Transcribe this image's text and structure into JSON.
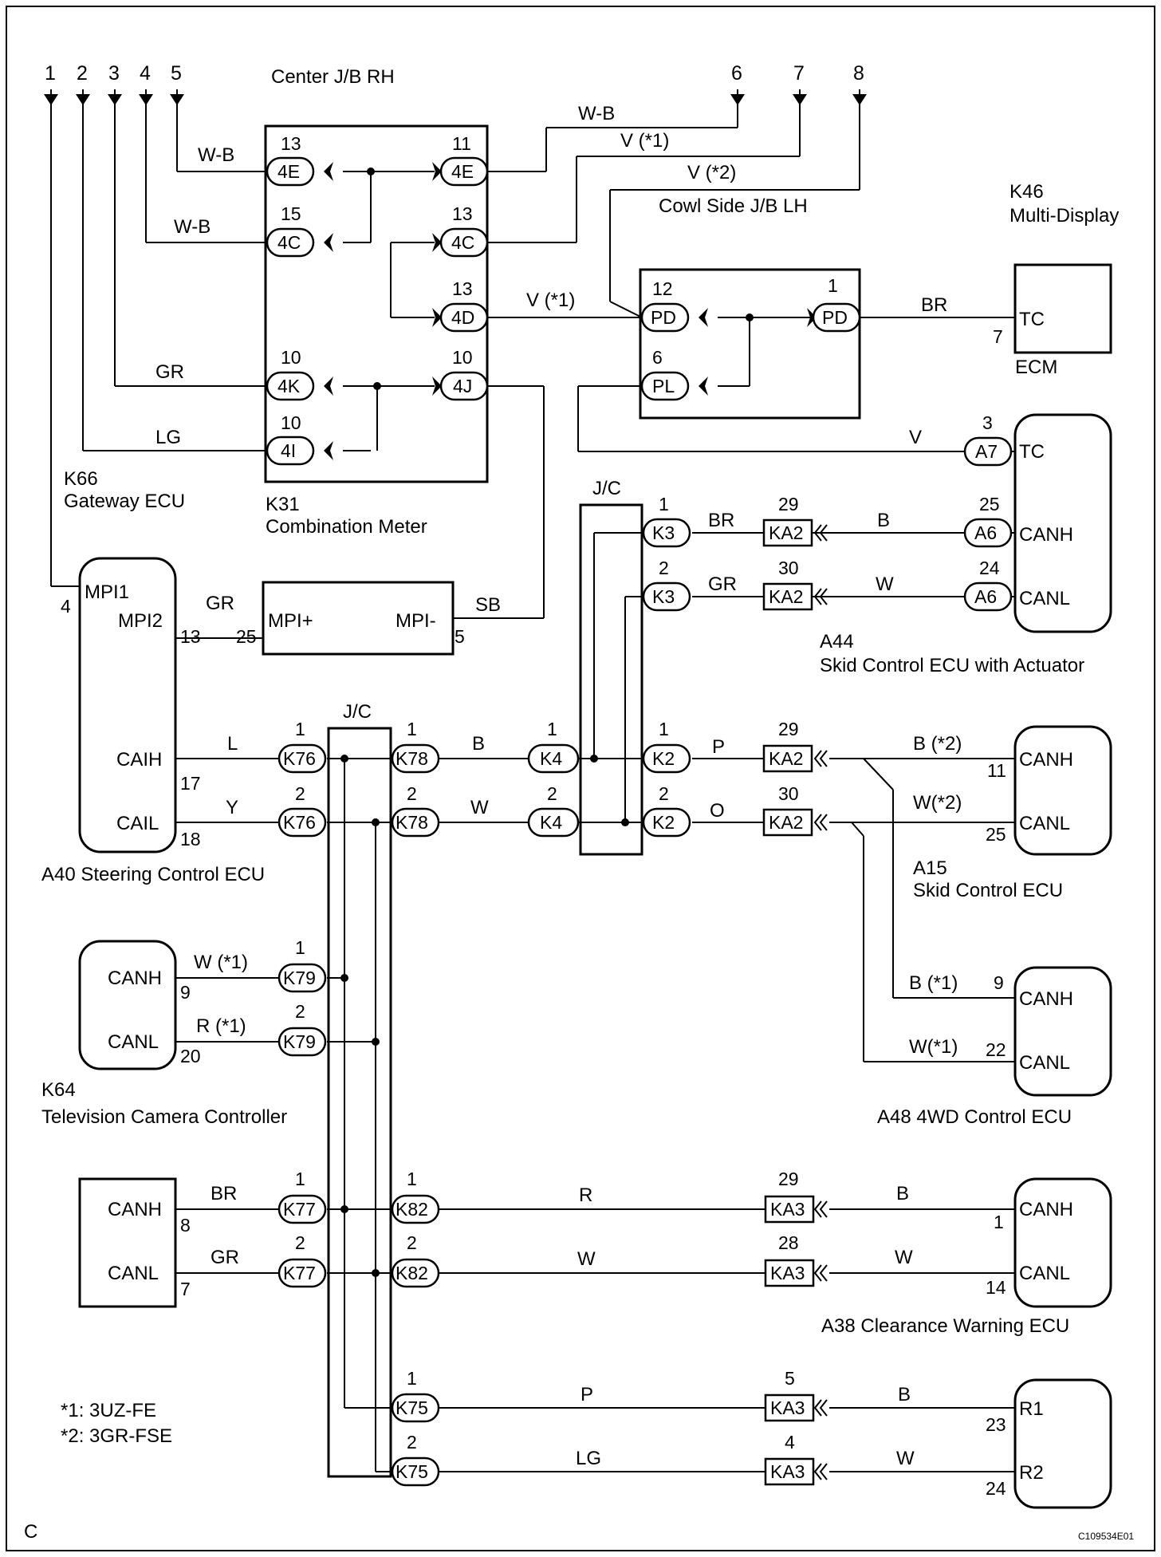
{
  "page": {
    "corner_label": "C",
    "figure_id": "C109534E01"
  },
  "notes": [
    "*1: 3UZ-FE",
    "*2: 3GR-FSE"
  ],
  "top_terminals": [
    "1",
    "2",
    "3",
    "4",
    "5",
    "6",
    "7",
    "8"
  ],
  "junction_blocks": {
    "center_jb": "Center J/B RH",
    "cowl_jb": "Cowl Side J/B LH",
    "jc_label": "J/C"
  },
  "components": {
    "k46": "K46",
    "k46_name": "Multi-Display",
    "ecm": "ECM",
    "k66": "K66",
    "k66_name": "Gateway ECU",
    "k31": "K31",
    "k31_name": "Combination Meter",
    "a44": "A44",
    "a44_name": "Skid Control ECU with Actuator",
    "a40": "A40 Steering Control ECU",
    "a15": "A15",
    "a15_name": "Skid Control ECU",
    "k64": "K64",
    "k64_name": "Television Camera Controller",
    "a48": "A48 4WD Control ECU",
    "a38": "A38 Clearance Warning ECU"
  },
  "wire_colors": {
    "wb1": "W-B",
    "wb2": "W-B",
    "wb3": "W-B",
    "v1": "V (*1)",
    "v2": "V (*2)",
    "v3": "V (*1)",
    "gr1": "GR",
    "lg1": "LG",
    "br_ecm": "BR",
    "v_a7": "V",
    "br_k3": "BR",
    "b_a6": "B",
    "gr_k3": "GR",
    "w_a6": "W",
    "gr_mpi": "GR",
    "sb_mpi": "SB",
    "l_caih": "L",
    "y_cail": "Y",
    "b_k78": "B",
    "w_k78": "W",
    "p_k2": "P",
    "o_k2": "O",
    "b2_a15": "B (*2)",
    "w2_a15": "W(*2)",
    "b1_a48": "B (*1)",
    "w1_a48": "W(*1)",
    "w1_k79": "W (*1)",
    "r1_k79": "R (*1)",
    "br_k77": "BR",
    "gr_k77": "GR",
    "r_k82": "R",
    "w_k82": "W",
    "b_a38": "B",
    "w_a38": "W",
    "p_k75": "P",
    "lg_k75": "LG",
    "b_r1": "B",
    "w_r2": "W"
  },
  "connectors": {
    "4e": "4E",
    "4c": "4C",
    "4d": "4D",
    "4k": "4K",
    "4j": "4J",
    "4i": "4I",
    "pd": "PD",
    "pl": "PL",
    "a7": "A7",
    "a6": "A6",
    "k3": "K3",
    "ka2": "KA2",
    "ka3": "KA3",
    "k4": "K4",
    "k2": "K2",
    "k76": "K76",
    "k78": "K78",
    "k79": "K79",
    "k77": "K77",
    "k82": "K82",
    "k75": "K75",
    "mpi_plus": "MPI+",
    "mpi_minus": "MPI-"
  },
  "terminal_names": {
    "tc": "TC",
    "canh": "CANH",
    "canl": "CANL",
    "mpi1": "MPI1",
    "mpi2": "MPI2",
    "caih": "CAIH",
    "cail": "CAIL",
    "r1": "R1",
    "r2": "R2"
  },
  "pins": {
    "p13": "13",
    "p11": "11",
    "p15": "15",
    "p13b": "13",
    "p13c": "13",
    "p10a": "10",
    "p10b": "10",
    "p10c": "10",
    "p12": "12",
    "p1": "1",
    "p6": "6",
    "p7": "7",
    "p3": "3",
    "k3_1": "1",
    "k3_2": "2",
    "ka2_29": "29",
    "ka2_30": "30",
    "a6_25": "25",
    "a6_24": "24",
    "mpi1_4": "4",
    "mpi2_13": "13",
    "mpi_25": "25",
    "mpi_5": "5",
    "k76_1": "1",
    "k76_2": "2",
    "k78_1": "1",
    "k78_2": "2",
    "k4_1": "1",
    "k4_2": "2",
    "k2_1": "1",
    "k2_2": "2",
    "ka2b_29": "29",
    "ka2b_30": "30",
    "caih_17": "17",
    "cail_18": "18",
    "a15_11": "11",
    "a15_25": "25",
    "k79_1": "1",
    "k79_2": "2",
    "k64_9": "9",
    "k64_20": "20",
    "a48_9": "9",
    "a48_22": "22",
    "k77_1": "1",
    "k77_2": "2",
    "k82_1": "1",
    "k82_2": "2",
    "ka3_29": "29",
    "ka3_28": "28",
    "box_8": "8",
    "box_7": "7",
    "a38_1": "1",
    "a38_14": "14",
    "k75_1": "1",
    "k75_2": "2",
    "ka3_5": "5",
    "ka3_4": "4",
    "r1_23": "23",
    "r2_24": "24"
  }
}
